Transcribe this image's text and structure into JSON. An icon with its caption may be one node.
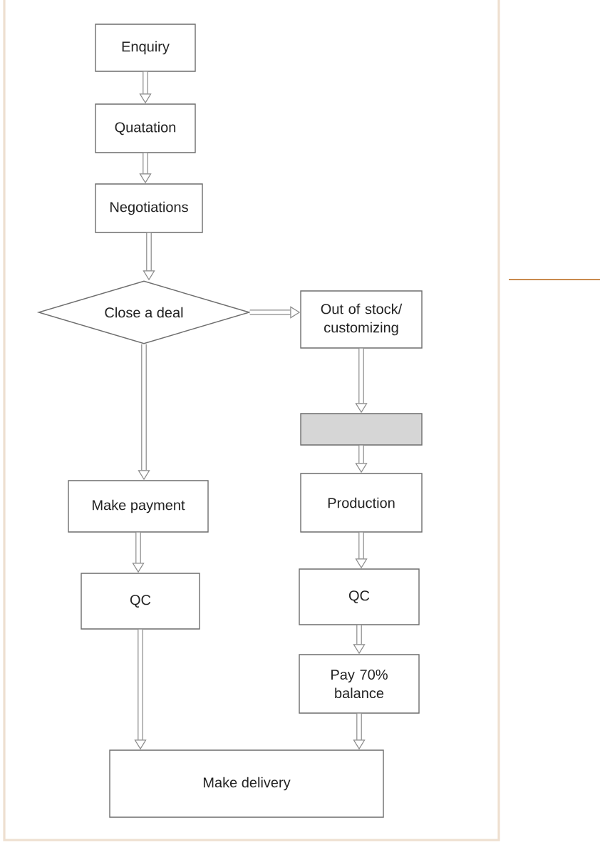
{
  "diagram": {
    "nodes": [
      {
        "text": [
          "Enquiry"
        ]
      },
      {
        "text": [
          "Quatation"
        ]
      },
      {
        "text": [
          "Negotiations"
        ]
      },
      {
        "text": [
          "Close a deal"
        ]
      },
      {
        "text": [
          "Out of stock/ customizing"
        ]
      },
      {
        "text": [],
        "shape": "box"
      },
      {
        "text": [
          "Make payment"
        ]
      },
      {
        "text": [
          "Production"
        ]
      },
      {
        "text": [
          "QC"
        ]
      },
      {
        "text": [
          "QC"
        ]
      },
      {
        "text": [
          "Pay 70% balance"
        ]
      },
      {
        "text": [
          "Make delivery"
        ]
      }
    ],
    "edges": [
      {
        "from": 0,
        "to": 1,
        "arrow": "to"
      },
      {
        "from": 1,
        "to": 2,
        "arrow": "to"
      },
      {
        "from": 2,
        "to": 3,
        "arrow": "to"
      },
      {
        "from": 3,
        "to": 4,
        "arrow": "to"
      },
      {
        "from": 4,
        "to": 5,
        "arrow": "to"
      },
      {
        "from": 5,
        "to": 7,
        "arrow": "to"
      },
      {
        "from": 3,
        "to": 6,
        "arrow": "to"
      },
      {
        "from": 6,
        "to": 8,
        "arrow": "to"
      },
      {
        "from": 8,
        "to": 11,
        "arrow": "to"
      },
      {
        "from": 7,
        "to": 9,
        "arrow": "to"
      },
      {
        "from": 9,
        "to": 10,
        "arrow": "to"
      },
      {
        "from": 10,
        "to": 11,
        "arrow": "to"
      }
    ]
  }
}
